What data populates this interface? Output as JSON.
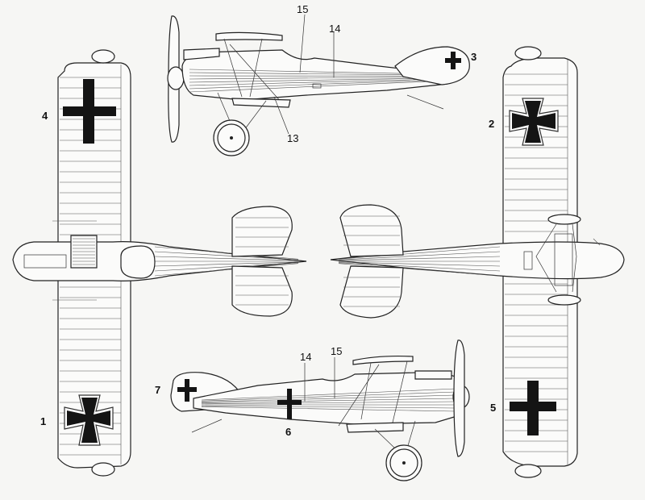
{
  "callouts": {
    "c1": "1",
    "c2": "2",
    "c3": "3",
    "c4": "4",
    "c5": "5",
    "c6": "6",
    "c7": "7",
    "c13": "13",
    "c14_top": "14",
    "c15_top": "15",
    "c14_bottom": "14",
    "c15_bottom": "15"
  },
  "colors": {
    "ink": "#222222",
    "insignia": "#141414",
    "insignia_border": "#ffffff",
    "paper": "#f6f6f4"
  }
}
